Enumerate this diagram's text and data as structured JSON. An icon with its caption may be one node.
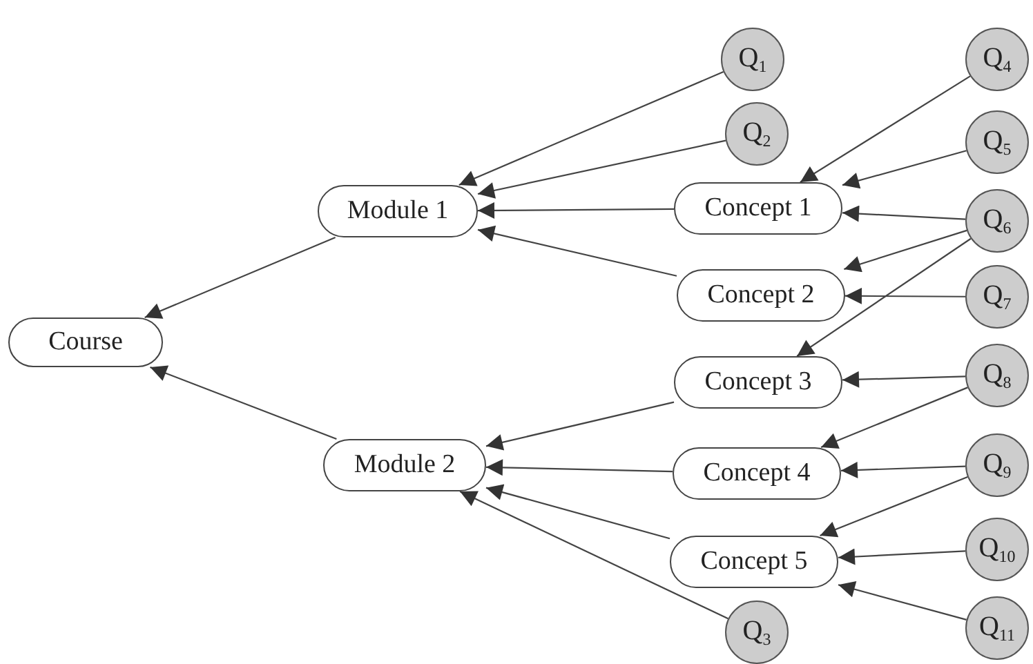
{
  "diagram": {
    "nodes": [
      {
        "text": [
          "Course"
        ]
      },
      {
        "text": [
          "Module 1"
        ]
      },
      {
        "text": [
          "Module 2"
        ]
      },
      {
        "text": [
          "Concept 1"
        ]
      },
      {
        "text": [
          "Concept 2"
        ]
      },
      {
        "text": [
          "Concept 3"
        ]
      },
      {
        "text": [
          "Concept 4"
        ]
      },
      {
        "text": [
          "Concept 5"
        ]
      },
      {
        "text": [
          "Q$_{1}$"
        ]
      },
      {
        "text": [
          "Q$_{2}$"
        ]
      },
      {
        "text": [
          "Q$_{3}$"
        ]
      },
      {
        "text": [
          "Q$_{4}$"
        ]
      },
      {
        "text": [
          "Q$_{5}$"
        ]
      },
      {
        "text": [
          "Q$_{6}$"
        ]
      },
      {
        "text": [
          "Q$_{7}$"
        ]
      },
      {
        "text": [
          "Q$_{8}$"
        ]
      },
      {
        "text": [
          "Q$_{9}$"
        ]
      },
      {
        "text": [
          "Q$_{10}$"
        ]
      },
      {
        "text": [
          "Q$_{11}$"
        ]
      }
    ],
    "edges": [
      {
        "from": 1,
        "to": 0,
        "arrow": "to"
      },
      {
        "from": 2,
        "to": 0,
        "arrow": "to"
      },
      {
        "from": 8,
        "to": 1,
        "arrow": "to"
      },
      {
        "from": 9,
        "to": 1,
        "arrow": "to"
      },
      {
        "from": 3,
        "to": 1,
        "arrow": "to"
      },
      {
        "from": 4,
        "to": 1,
        "arrow": "to"
      },
      {
        "from": 5,
        "to": 2,
        "arrow": "to"
      },
      {
        "from": 6,
        "to": 2,
        "arrow": "to"
      },
      {
        "from": 7,
        "to": 2,
        "arrow": "to"
      },
      {
        "from": 10,
        "to": 2,
        "arrow": "to"
      },
      {
        "from": 11,
        "to": 3,
        "arrow": "to"
      },
      {
        "from": 12,
        "to": 3,
        "arrow": "to"
      },
      {
        "from": 13,
        "to": 3,
        "arrow": "to"
      },
      {
        "from": 13,
        "to": 4,
        "arrow": "to"
      },
      {
        "from": 13,
        "to": 5,
        "arrow": "to"
      },
      {
        "from": 14,
        "to": 4,
        "arrow": "to"
      },
      {
        "from": 15,
        "to": 5,
        "arrow": "to"
      },
      {
        "from": 15,
        "to": 6,
        "arrow": "to"
      },
      {
        "from": 16,
        "to": 6,
        "arrow": "to"
      },
      {
        "from": 16,
        "to": 7,
        "arrow": "to"
      },
      {
        "from": 17,
        "to": 7,
        "arrow": "to"
      },
      {
        "from": 18,
        "to": 7,
        "arrow": "to"
      }
    ]
  }
}
